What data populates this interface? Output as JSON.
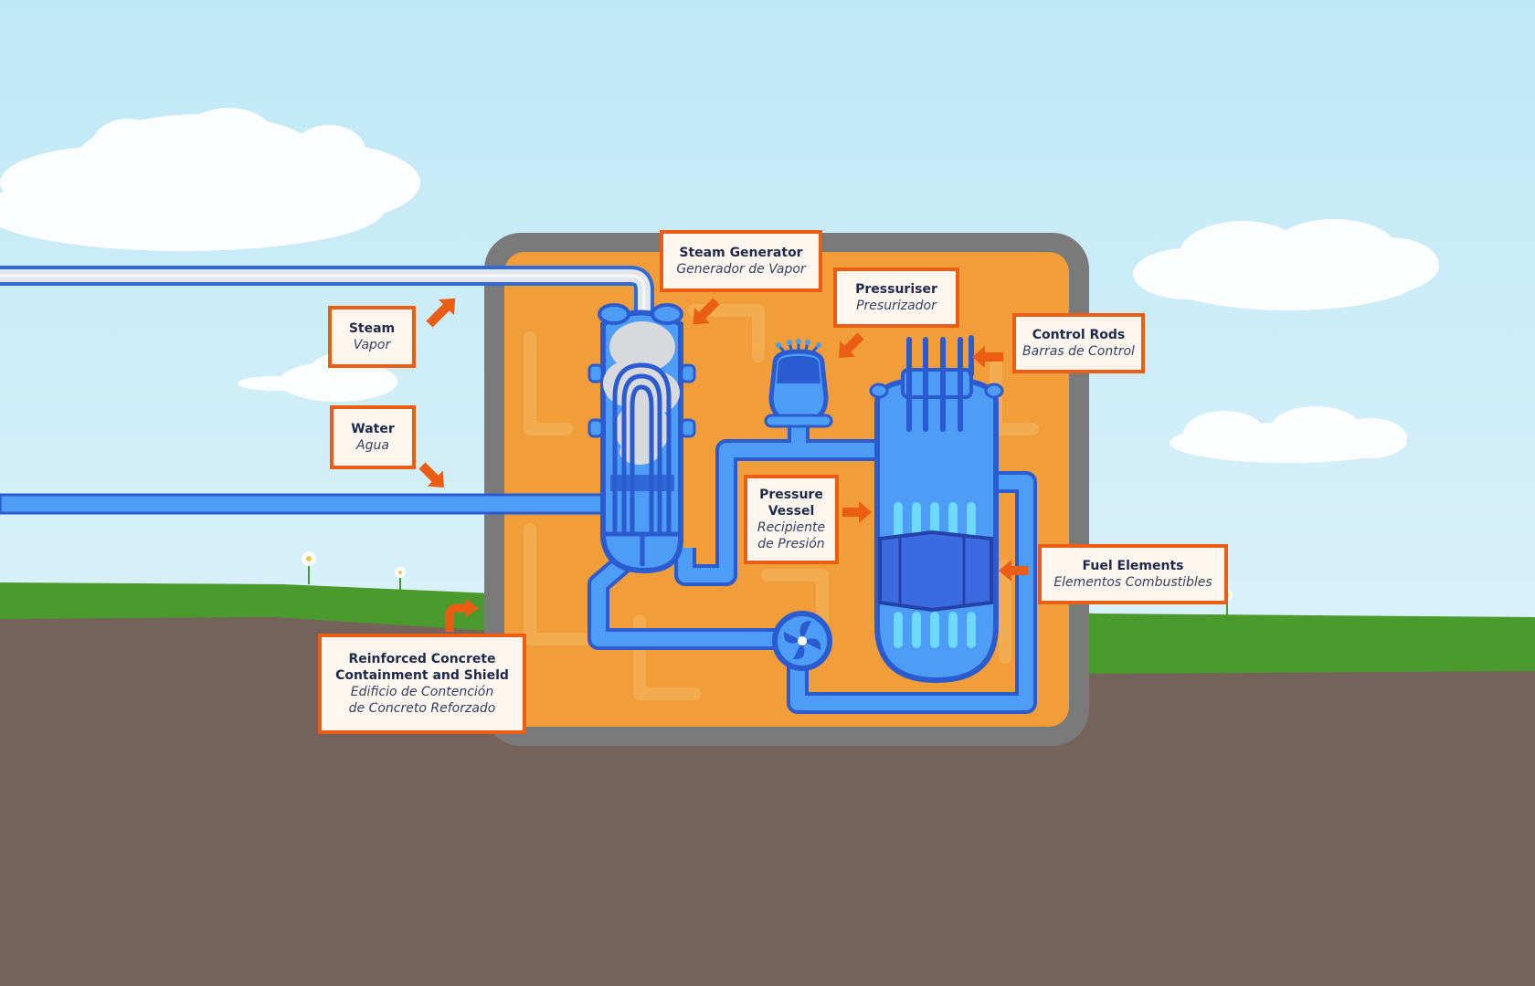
{
  "colors": {
    "sky_top": "#bfe8f6",
    "sky_bottom": "#d9f1fa",
    "grass": "#4a9a2e",
    "ground": "#75625a",
    "containment_wall": "#7a7a7a",
    "containment_fill": "#f19d3a",
    "water_blue": "#4d9cf5",
    "dark_blue": "#2b5bd0",
    "steam_gray": "#d9dbde",
    "label_border": "#ec5d14",
    "label_fill": "#fff6ef",
    "arrow": "#ec5d14",
    "text_dark": "#1e2a4a"
  },
  "labels": {
    "steam_generator": {
      "en": "Steam Generator",
      "es": "Generador de Vapor"
    },
    "pressuriser": {
      "en": "Pressuriser",
      "es": "Presurizador"
    },
    "control_rods": {
      "en": "Control Rods",
      "es": "Barras de Control"
    },
    "steam": {
      "en": "Steam",
      "es": "Vapor"
    },
    "water": {
      "en": "Water",
      "es": "Agua"
    },
    "pressure_vessel": {
      "en1": "Pressure",
      "en2": "Vessel",
      "es1": "Recipiente",
      "es2": "de Presión"
    },
    "fuel_elements": {
      "en": "Fuel Elements",
      "es": "Elementos Combustibles"
    },
    "containment": {
      "en1": "Reinforced Concrete",
      "en2": "Containment and Shield",
      "es1": "Edificio de Contención",
      "es2": "de Concreto Reforzado"
    }
  }
}
